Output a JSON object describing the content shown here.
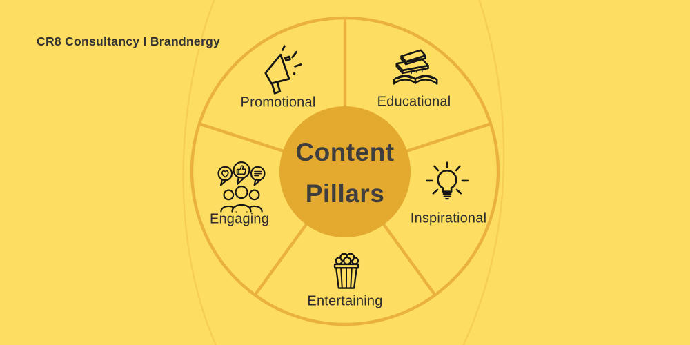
{
  "colors": {
    "background": "#FDDE62",
    "ring": "#EAB23C",
    "hub": "#E4A92F",
    "title_text": "#3E3E3E",
    "label_text": "#2E2E2E",
    "icon_stroke": "#161616"
  },
  "header": {
    "brand": "CR8 Consultancy I Brandnergy"
  },
  "wheel": {
    "center_line1": "Content",
    "center_line2": "Pillars",
    "segments": [
      {
        "label": "Promotional",
        "icon": "megaphone-icon"
      },
      {
        "label": "Educational",
        "icon": "books-icon"
      },
      {
        "label": "Inspirational",
        "icon": "lightbulb-icon"
      },
      {
        "label": "Entertaining",
        "icon": "popcorn-icon"
      },
      {
        "label": "Engaging",
        "icon": "social-engagement-icon"
      }
    ]
  }
}
